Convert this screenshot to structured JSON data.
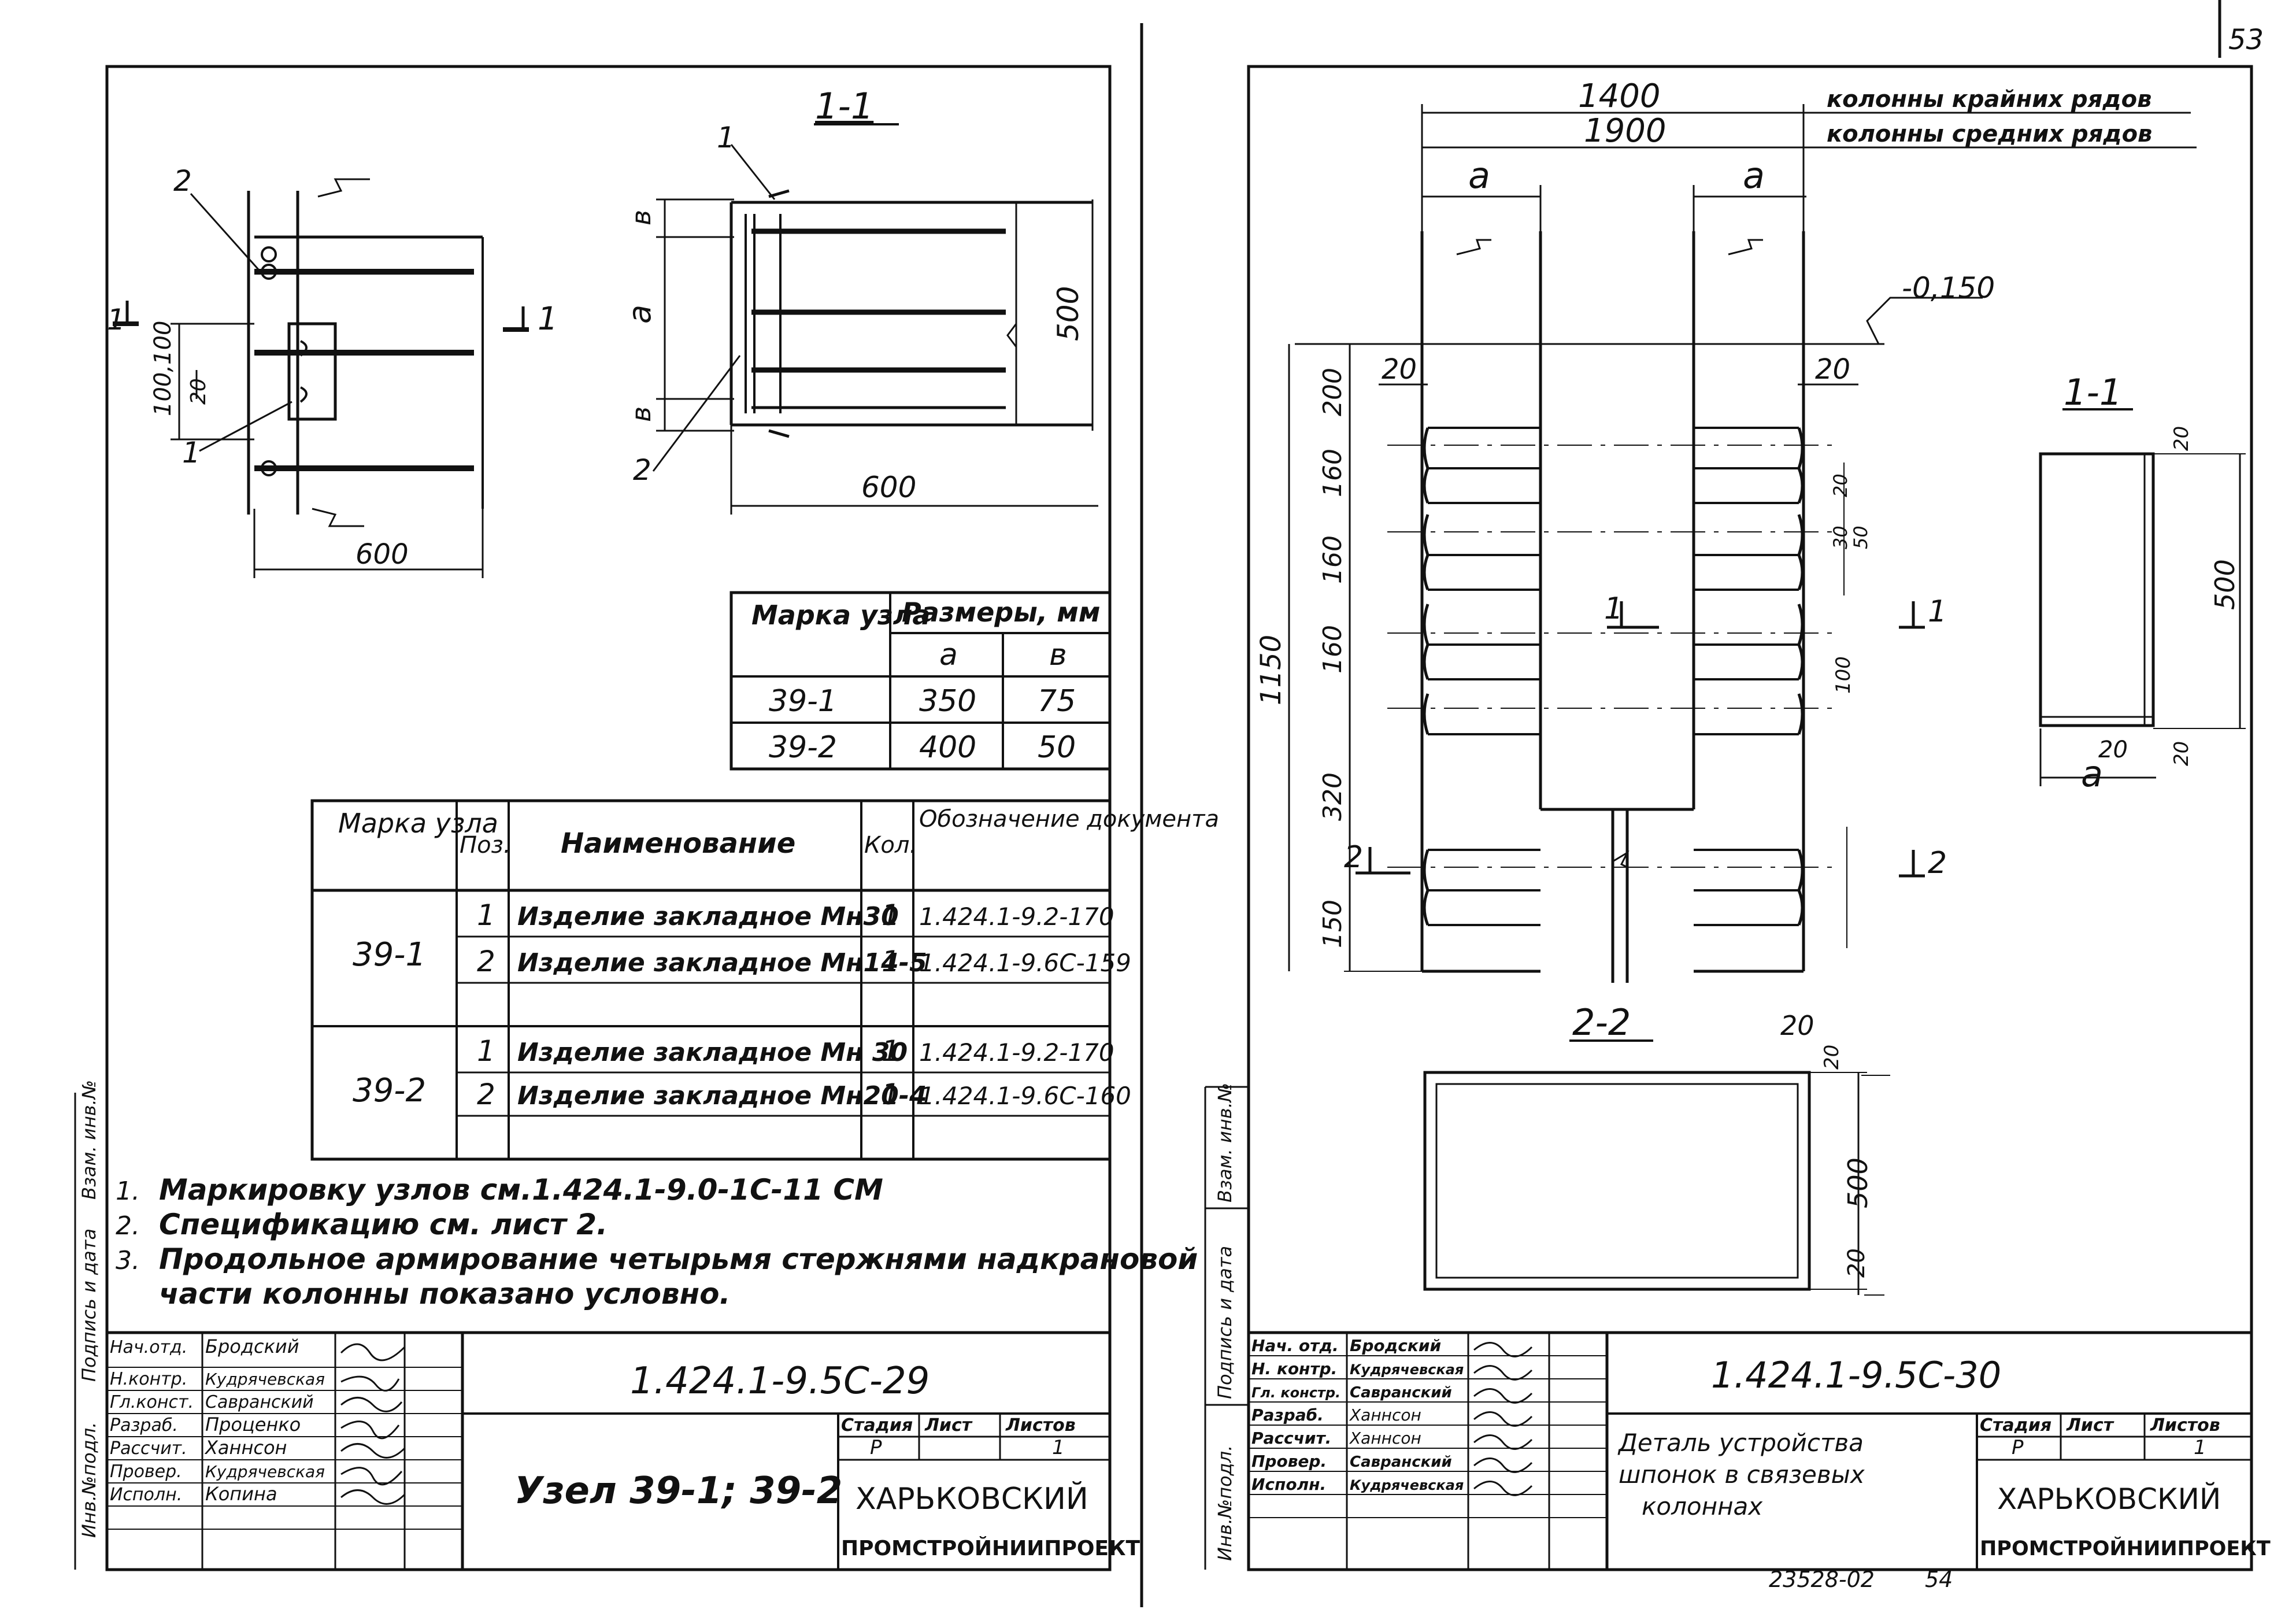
{
  "page_number": "53",
  "bottom_stamp": "23528-02",
  "bottom_page": "54",
  "left": {
    "section_label": "1-1",
    "plan_callouts": [
      "2",
      "1"
    ],
    "plan_dims": {
      "d100_100": "100,100",
      "d20": "20",
      "width": "600"
    },
    "cut_marks": [
      "1",
      "1"
    ],
    "section_callouts": [
      "1",
      "2"
    ],
    "section_dims": {
      "a": "a",
      "b_top": "в",
      "b_bottom": "в",
      "height": "500",
      "width": "600"
    },
    "size_table": {
      "head_mark": "Марка узла",
      "head_sizes": "Размеры, мм",
      "col_a": "a",
      "col_b": "в",
      "rows": [
        {
          "mark": "39-1",
          "a": "350",
          "b": "75"
        },
        {
          "mark": "39-2",
          "a": "400",
          "b": "50"
        }
      ]
    },
    "spec_table": {
      "head_mark": "Марка узла",
      "head_pos": "Поз.",
      "head_name": "Наименование",
      "head_qty": "Кол.",
      "head_doc": "Обозначение документа",
      "groups": [
        {
          "mark": "39-1",
          "rows": [
            {
              "pos": "1",
              "name": "Изделие закладное Мн30",
              "qty": "1",
              "doc": "1.424.1-9.2-170"
            },
            {
              "pos": "2",
              "name": "Изделие закладное Мн14-5",
              "qty": "1",
              "doc": "1.424.1-9.6С-159"
            }
          ]
        },
        {
          "mark": "39-2",
          "rows": [
            {
              "pos": "1",
              "name": "Изделие закладное Мн 30",
              "qty": "1",
              "doc": "1.424.1-9.2-170"
            },
            {
              "pos": "2",
              "name": "Изделие закладное Мн20-4",
              "qty": "1",
              "doc": "1.424.1-9.6С-160"
            }
          ]
        }
      ]
    },
    "notes": [
      "Маркировку узлов см.1.424.1-9.0-1С-11 СМ",
      "Спецификацию см. лист 2.",
      "Продольное армирование четырьмя стержнями надкрановой",
      "части колонны показано условно."
    ],
    "side_labels": [
      "Взам. инв.№",
      "Подпись и дата",
      "Инв.№подл."
    ],
    "title_block": {
      "staff": [
        {
          "role": "Нач.отд.",
          "name": "Бродский"
        },
        {
          "role": "Н.контр.",
          "name": "Кудрячевская"
        },
        {
          "role": "Гл.конст.",
          "name": "Савранский"
        },
        {
          "role": "Разраб.",
          "name": "Проценко"
        },
        {
          "role": "Рассчит.",
          "name": "Ханнсон"
        },
        {
          "role": "Провер.",
          "name": "Кудрячевская"
        },
        {
          "role": "Исполн.",
          "name": "Копина"
        }
      ],
      "code": "1.424.1-9.5С-29",
      "title": "Узел 39-1; 39-2",
      "stage_label": "Стадия",
      "sheet_label": "Лист",
      "sheets_label": "Листов",
      "stage": "Р",
      "sheets": "1",
      "org_line1": "ХАРЬКОВСКИЙ",
      "org_line2": "ПРОМСТРОЙНИИПРОЕКТ"
    }
  },
  "right": {
    "top_dims": {
      "outer": "1400",
      "inner": "1900",
      "a_left": "a",
      "a_right": "a"
    },
    "top_labels": [
      "колонны крайних рядов",
      "колонны средних рядов"
    ],
    "level": "-0,150",
    "side_dims": [
      "200",
      "160",
      "160",
      "160",
      "320",
      "150"
    ],
    "total_height": "1150",
    "small_dims": {
      "left20": "20",
      "right20": "20",
      "s30": "30",
      "s50": "50",
      "s100": "100",
      "s20": "20"
    },
    "cut_marks": {
      "c1": "1",
      "c2": "2"
    },
    "section_11": {
      "label": "1-1",
      "height": "500",
      "width": "a",
      "t20": "20"
    },
    "section_22": {
      "label": "2-2",
      "height": "500",
      "t20": "20"
    },
    "side_labels": [
      "Взам. инв.№",
      "Подпись и дата",
      "Инв.№подл."
    ],
    "title_block": {
      "staff": [
        {
          "role": "Нач. отд.",
          "name": "Бродский"
        },
        {
          "role": "Н. контр.",
          "name": "Кудрячевская"
        },
        {
          "role": "Гл. констр.",
          "name": "Савранский"
        },
        {
          "role": "Разраб.",
          "name": "Ханнсон"
        },
        {
          "role": "Рассчит.",
          "name": "Ханнсон"
        },
        {
          "role": "Провер.",
          "name": "Савранский"
        },
        {
          "role": "Исполн.",
          "name": "Кудрячевская"
        }
      ],
      "code": "1.424.1-9.5С-30",
      "title_lines": [
        "Деталь устройства",
        "шпонок в связевых",
        "колоннах"
      ],
      "stage_label": "Стадия",
      "sheet_label": "Лист",
      "sheets_label": "Листов",
      "stage": "Р",
      "sheets": "1",
      "org_line1": "ХАРЬКОВСКИЙ",
      "org_line2": "ПРОМСТРОЙНИИПРОЕКТ"
    }
  }
}
